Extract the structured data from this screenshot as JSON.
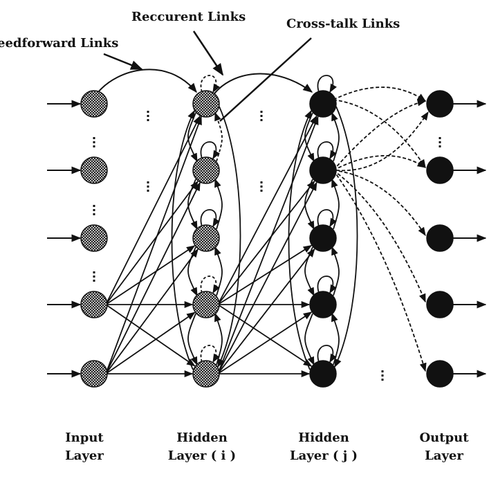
{
  "annotations": {
    "feedforward": "eedforward Links",
    "recurrent": "Reccurent Links",
    "crosstalk": "Cross-talk Links"
  },
  "layers": [
    {
      "id": "input",
      "line1": "Input",
      "line2": "Layer",
      "fill": "hatched",
      "nodes": 5
    },
    {
      "id": "hidden_i",
      "line1": "Hidden",
      "line2": "Layer ( i )",
      "fill": "hatched",
      "nodes": 5
    },
    {
      "id": "hidden_j",
      "line1": "Hidden",
      "line2": "Layer ( j )",
      "fill": "solid",
      "nodes": 5
    },
    {
      "id": "output",
      "line1": "Output",
      "line2": "Layer",
      "fill": "solid",
      "nodes": 5
    }
  ],
  "colors": {
    "ink": "#111111",
    "hatch_light": "#bdbdbd",
    "background": "#ffffff"
  }
}
